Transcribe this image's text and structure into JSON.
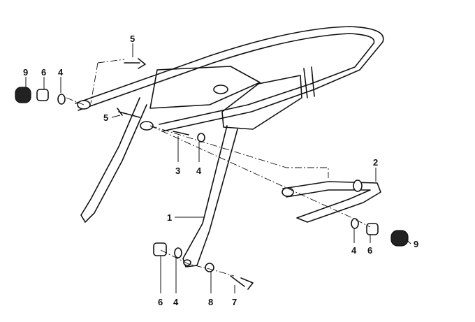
{
  "diagram": {
    "title": "Rear frame / grab rail exploded view",
    "callouts": [
      {
        "id": "5a",
        "number": "5"
      },
      {
        "id": "9a",
        "number": "9"
      },
      {
        "id": "6a",
        "number": "6"
      },
      {
        "id": "4a",
        "number": "4"
      },
      {
        "id": "5b",
        "number": "5"
      },
      {
        "id": "3",
        "number": "3"
      },
      {
        "id": "4b",
        "number": "4"
      },
      {
        "id": "2",
        "number": "2"
      },
      {
        "id": "1",
        "number": "1"
      },
      {
        "id": "4c",
        "number": "4"
      },
      {
        "id": "6b",
        "number": "6"
      },
      {
        "id": "9b",
        "number": "9"
      },
      {
        "id": "6c",
        "number": "6"
      },
      {
        "id": "4d",
        "number": "4"
      },
      {
        "id": "8",
        "number": "8"
      },
      {
        "id": "7",
        "number": "7"
      }
    ]
  }
}
